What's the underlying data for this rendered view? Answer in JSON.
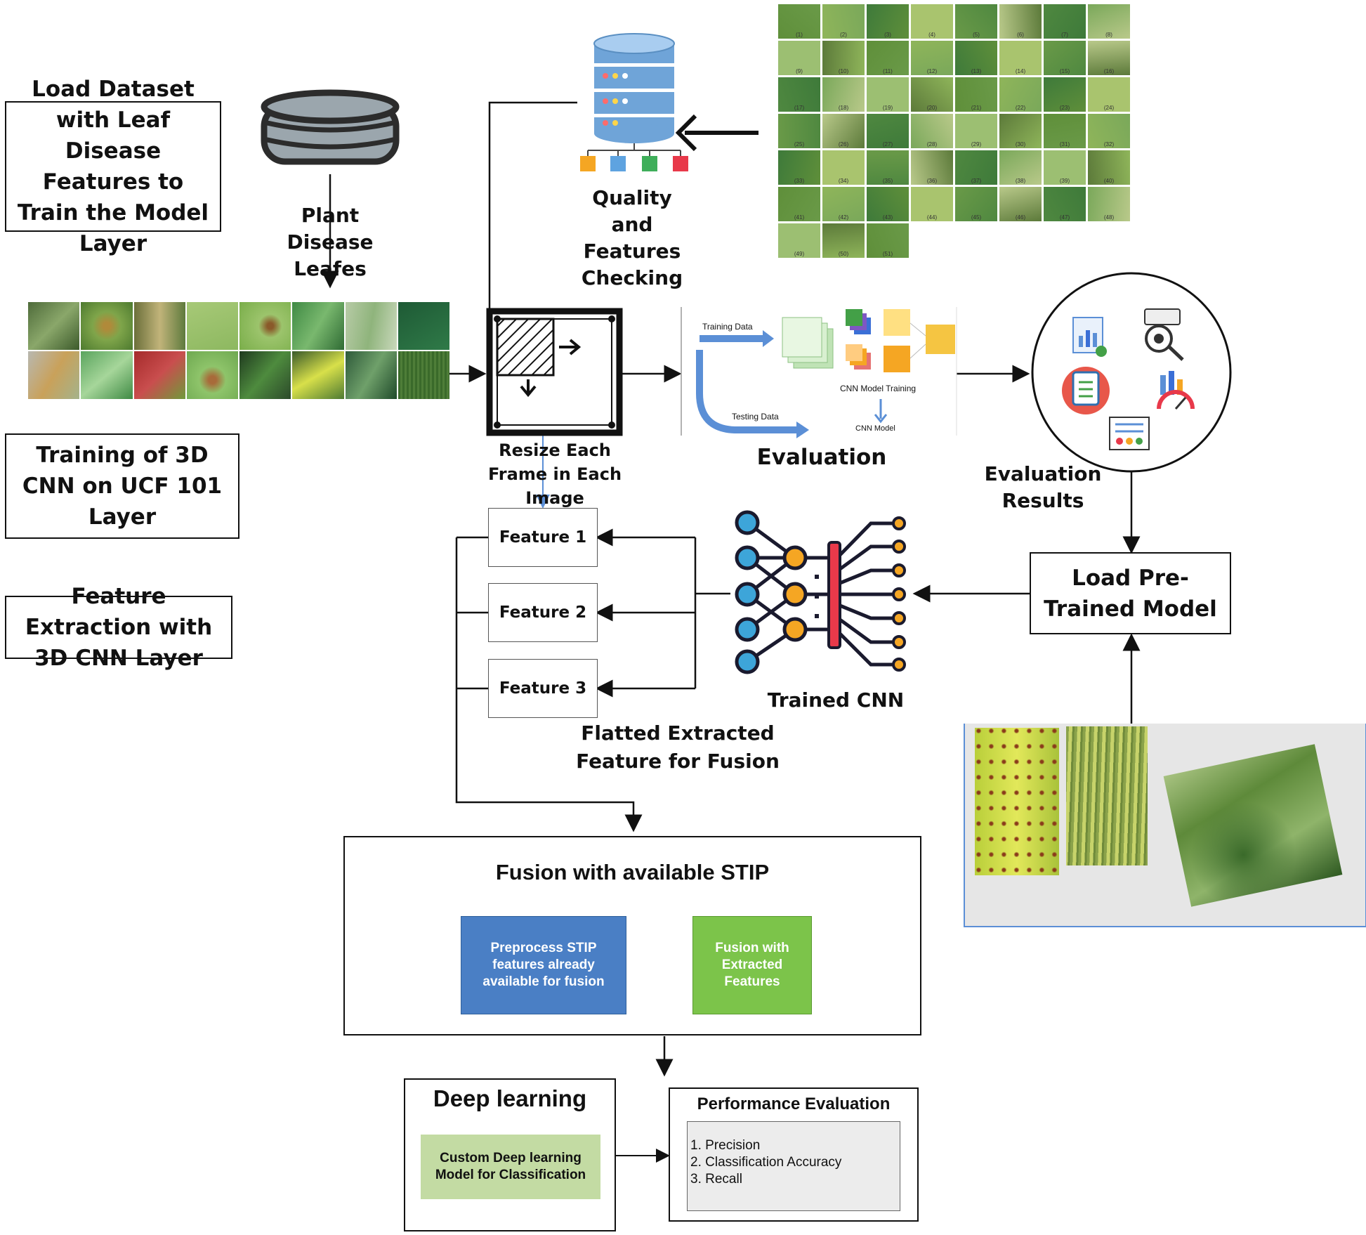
{
  "legend": {
    "load_dataset": "Load Dataset with Leaf Disease Features to Train the Model Layer",
    "training_3dcnn": "Training of 3D CNN on UCF 101 Layer",
    "feature_extraction": "Feature Extraction with 3D CNN Layer"
  },
  "labels": {
    "plant_disease_leafes": "Plant Disease Leafes",
    "quality_checking": "Quality and Features Checking",
    "resize_frame": "Resize Each Frame in Each Image",
    "evaluation": "Evaluation",
    "evaluation_results": "Evaluation Results",
    "trained_cnn": "Trained CNN",
    "flatted_features": "Flatted Extracted Feature for Fusion"
  },
  "evaluation_panel": {
    "training_data": "Training Data",
    "testing_data": "Testing Data",
    "cnn_model_training": "CNN Model Training",
    "cnn_model": "CNN Model"
  },
  "features": [
    "Feature 1",
    "Feature 2",
    "Feature 3"
  ],
  "pretrained": "Load Pre-Trained Model",
  "fusion": {
    "title": "Fusion with available STIP",
    "preprocess": "Preprocess STIP features already available for fusion",
    "fusion_extracted": "Fusion with Extracted Features"
  },
  "deep_learning": {
    "title": "Deep learning",
    "model": "Custom Deep learning Model for Classification"
  },
  "performance": {
    "title": "Performance Evaluation",
    "items": [
      "1. Precision",
      "2. Classification Accuracy",
      "3. Recall"
    ]
  },
  "dataset_thumbnails": {
    "captions": [
      "(1)",
      "(2)",
      "(3)",
      "(4)",
      "(5)",
      "(6)",
      "(7)",
      "(8)",
      "(9)",
      "(10)",
      "(11)",
      "(12)",
      "(13)",
      "(14)",
      "(15)",
      "(16)",
      "(17)",
      "(18)",
      "(19)",
      "(20)",
      "(21)",
      "(22)",
      "(23)",
      "(24)",
      "(25)",
      "(26)",
      "(27)",
      "(28)",
      "(29)",
      "(30)",
      "(31)",
      "(32)",
      "(33)",
      "(34)",
      "(35)",
      "(36)",
      "(37)",
      "(38)",
      "(39)",
      "(40)",
      "(41)",
      "(42)",
      "(43)",
      "(44)",
      "(45)",
      "(46)",
      "(47)",
      "(48)",
      "(49)",
      "(50)",
      "(51)"
    ]
  },
  "colors": {
    "stip_blue": "#4a7fc5",
    "fusion_green": "#7cc44a",
    "deep_green": "#c3dba3",
    "cnn_node_blue": "#3da5d9",
    "cnn_node_orange": "#f5a623",
    "cnn_bar_red": "#e8394a",
    "arrow_blue": "#5b8fd6"
  }
}
